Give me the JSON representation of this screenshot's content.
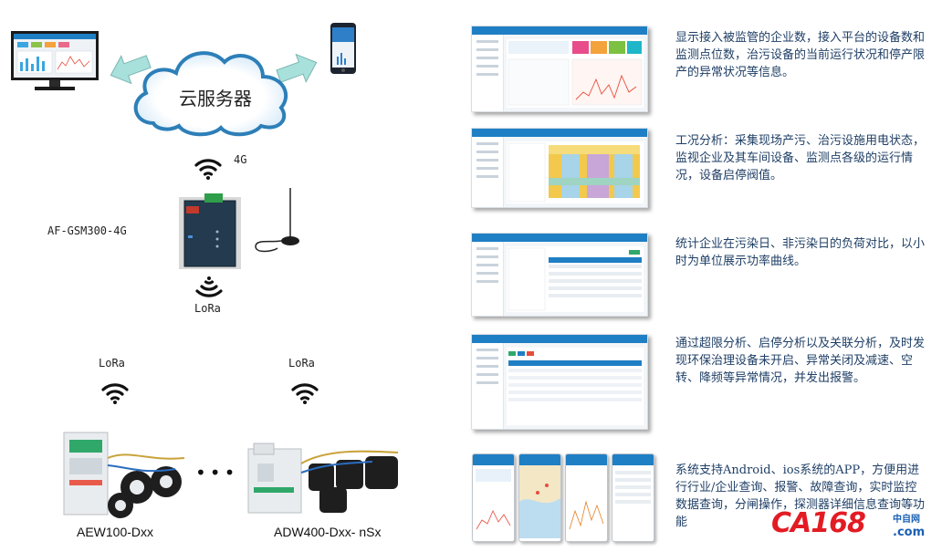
{
  "cloud_label": "云服务器",
  "gateway_label": "AF-GSM300-4G",
  "signal_4g_label": "4G",
  "lora_gateway_label": "LoRa",
  "lora_left_label": "LoRa",
  "lora_right_label": "LoRa",
  "ellipsis": "•••",
  "device_left_label": "AEW100-Dxx",
  "device_right_label": "ADW400-Dxx- nSx",
  "descriptions": [
    "显示接入被监管的企业数，接入平台的设备数和监测点位数，治污设备的当前运行状况和停产限产的异常状况等信息。",
    "工况分析：采集现场产污、治污设施用电状态，监视企业及其车间设备、监测点各级的运行情况，设备启停阀值。",
    "统计企业在污染日、非污染日的负荷对比，以小时为单位展示功率曲线。",
    "通过超限分析、启停分析以及关联分析，及时发现环保治理设备未开启、异常关闭及减速、空转、降频等异常情况，并发出报警。",
    "系统支持Android、ios系统的APP，方便用进行行业/企业查询、报警、故障查询，实时监控数据查询，分闸操作，探测器详细信息查询等功能"
  ],
  "watermark": {
    "brand": "CA168",
    "dot_com": ".com",
    "cn": "中自网"
  },
  "colors": {
    "accent_blue": "#1f7fc4",
    "text_blue": "#1f3f66",
    "logo_red": "#e31b23"
  }
}
